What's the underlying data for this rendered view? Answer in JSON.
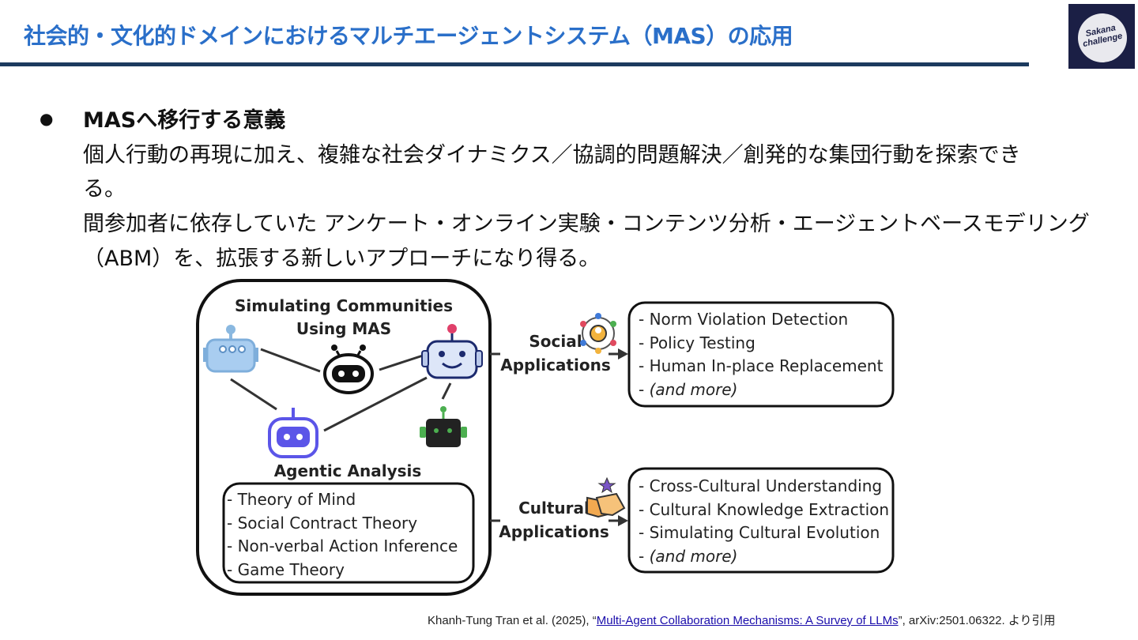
{
  "header": {
    "title": "社会的・文化的ドメインにおけるマルチエージェントシステム（MAS）の応用",
    "logo_text_line1": "Sakana",
    "logo_text_line2": "challenge"
  },
  "content": {
    "bullet": "●",
    "heading": "MASへ移行する意義",
    "lines": [
      "個人行動の再現に加え、複雑な社会ダイナミクス／協調的問題解決／創発的な集団行動を探索でき",
      "る。",
      "間参加者に依存していた アンケート・オンライン実験・コンテンツ分析・エージェントベースモデリング",
      "（ABM）を、拡張する新しいアプローチになり得る。"
    ]
  },
  "figure": {
    "left_title_1": "Simulating Communities",
    "left_title_2": "Using MAS",
    "agentic_title": "Agentic Analysis",
    "agentic_items": [
      "- Theory of Mind",
      "- Social Contract Theory",
      "- Non-verbal Action Inference",
      "- Game Theory"
    ],
    "social_label_1": "Social",
    "social_label_2": "Applications",
    "social_items": [
      "- Norm Violation Detection",
      "- Policy Testing",
      "- Human In-place Replacement"
    ],
    "cultural_label_1": "Cultural",
    "cultural_label_2": "Applications",
    "cultural_items": [
      "- Cross-Cultural Understanding",
      "- Cultural Knowledge Extraction",
      "- Simulating Cultural Evolution"
    ],
    "and_more_dash": "- ",
    "and_more": "(and more)"
  },
  "citation": {
    "prefix": "Khanh-Tung Tran et al. (2025), “",
    "link": "Multi-Agent Collaboration Mechanisms: A Survey of LLMs",
    "suffix": "”, arXiv:2501.06322. より引用"
  },
  "colors": {
    "title_blue": "#2a6fc9",
    "rule_navy": "#1c3a5e",
    "link_blue": "#1a0dab"
  }
}
